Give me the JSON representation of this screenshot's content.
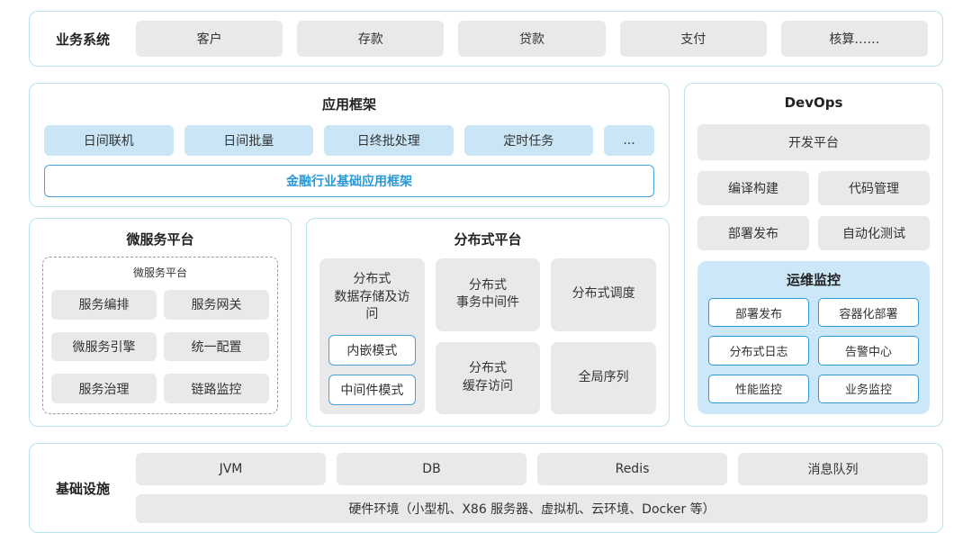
{
  "business_systems": {
    "label": "业务系统",
    "items": [
      "客户",
      "存款",
      "贷款",
      "支付",
      "核算……"
    ]
  },
  "app_framework": {
    "title": "应用框架",
    "modules": [
      "日间联机",
      "日间批量",
      "日终批处理",
      "定时任务",
      "..."
    ],
    "base_framework": "金融行业基础应用框架"
  },
  "microservice_platform": {
    "title": "微服务平台",
    "inner_label": "微服务平台",
    "items": [
      "服务编排",
      "服务网关",
      "微服务引擎",
      "统一配置",
      "服务治理",
      "链路监控"
    ]
  },
  "distributed_platform": {
    "title": "分布式平台",
    "storage": {
      "title": "分布式\n数据存储及访问",
      "modes": [
        "内嵌模式",
        "中间件模式"
      ]
    },
    "col2": [
      "分布式\n事务中间件",
      "分布式\n缓存访问"
    ],
    "col3": [
      "分布式调度",
      "全局序列"
    ]
  },
  "devops": {
    "title": "DevOps",
    "dev_platform": "开发平台",
    "tools": [
      "编译构建",
      "代码管理",
      "部署发布",
      "自动化测试"
    ],
    "ops_monitoring": {
      "title": "运维监控",
      "items": [
        "部署发布",
        "容器化部署",
        "分布式日志",
        "告警中心",
        "性能监控",
        "业务监控"
      ]
    }
  },
  "infrastructure": {
    "label": "基础设施",
    "items": [
      "JVM",
      "DB",
      "Redis",
      "消息队列"
    ],
    "hardware": "硬件环境（小型机、X86 服务器、虚拟机、云环境、Docker 等）"
  },
  "colors": {
    "panel_border": "#b7e2ef",
    "gray_box": "#e9e9eb",
    "blue_box": "#c9e5f6",
    "ops_panel_bg": "#cbe7f8",
    "accent_blue": "#2b98d6"
  }
}
